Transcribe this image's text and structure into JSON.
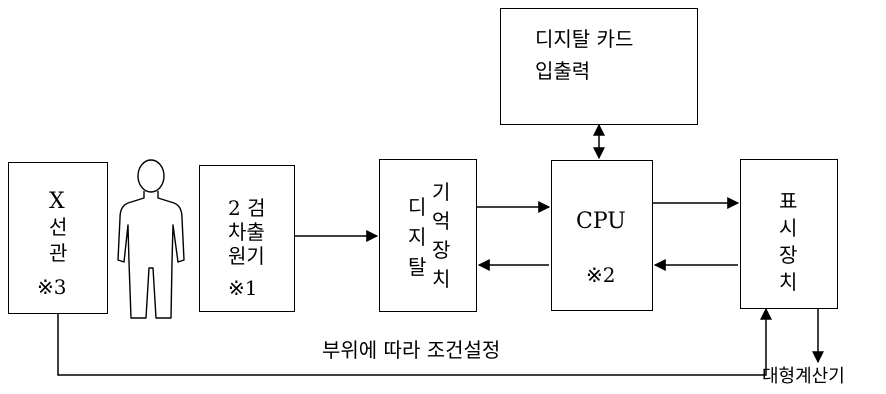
{
  "boxes": {
    "xray_tube": {
      "line1": "X",
      "line2": "선",
      "line3": "관",
      "line4": "※3"
    },
    "detector": {
      "line1": "2 검",
      "line2": "차출",
      "line3": "원기",
      "line4": "※1"
    },
    "storage": {
      "col1": "디지탈",
      "col2": "기억장치"
    },
    "cpu": {
      "label": "CPU",
      "note": "※2"
    },
    "display": {
      "label": "표시장치"
    },
    "digital_card_io": {
      "line1": "디지탈 카드",
      "line2": "입출력"
    }
  },
  "labels": {
    "condition_setting": "부위에 따라 조건설정",
    "mainframe": "대형계산기"
  }
}
